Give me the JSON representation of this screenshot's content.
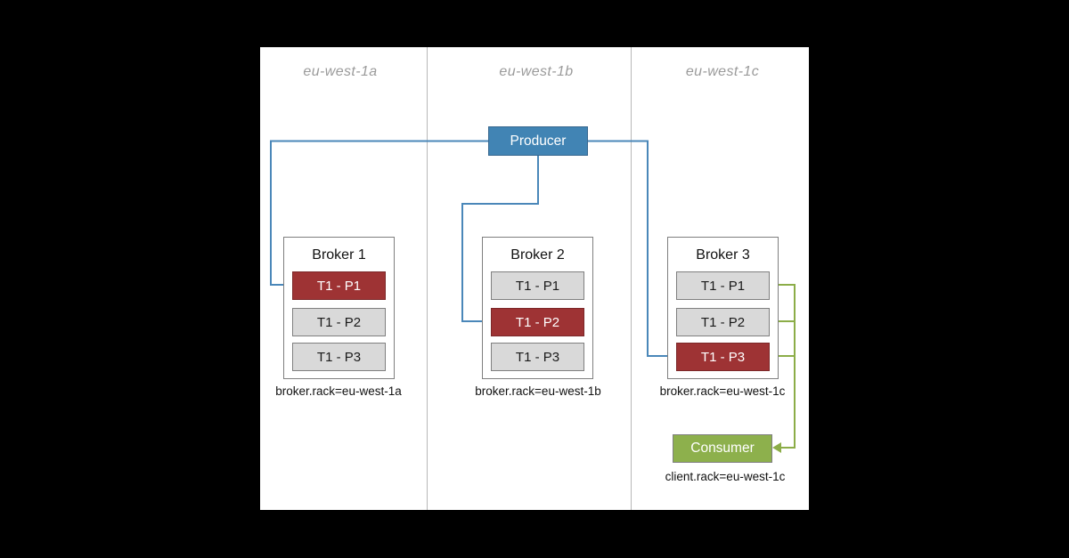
{
  "zones": [
    {
      "label": "eu-west-1a"
    },
    {
      "label": "eu-west-1b"
    },
    {
      "label": "eu-west-1c"
    }
  ],
  "producer": {
    "label": "Producer"
  },
  "consumer": {
    "label": "Consumer",
    "rack_label": "client.rack=eu-west-1c"
  },
  "brokers": [
    {
      "title": "Broker 1",
      "rack_label": "broker.rack=eu-west-1a",
      "partitions": [
        {
          "label": "T1 - P1",
          "highlighted": true
        },
        {
          "label": "T1 - P2",
          "highlighted": false
        },
        {
          "label": "T1 - P3",
          "highlighted": false
        }
      ]
    },
    {
      "title": "Broker 2",
      "rack_label": "broker.rack=eu-west-1b",
      "partitions": [
        {
          "label": "T1 - P1",
          "highlighted": false
        },
        {
          "label": "T1 - P2",
          "highlighted": true
        },
        {
          "label": "T1 - P3",
          "highlighted": false
        }
      ]
    },
    {
      "title": "Broker 3",
      "rack_label": "broker.rack=eu-west-1c",
      "partitions": [
        {
          "label": "T1 - P1",
          "highlighted": false
        },
        {
          "label": "T1 - P2",
          "highlighted": false
        },
        {
          "label": "T1 - P3",
          "highlighted": true
        }
      ]
    }
  ],
  "connections": [
    {
      "from": "producer",
      "to": "broker1-t1-p1",
      "color": "blue"
    },
    {
      "from": "producer",
      "to": "broker2-t1-p2",
      "color": "blue"
    },
    {
      "from": "producer",
      "to": "broker3-t1-p3",
      "color": "blue"
    },
    {
      "from": "broker3-partitions",
      "to": "consumer",
      "color": "green"
    }
  ],
  "colors": {
    "producer_fill": "#4184b4",
    "producer_border": "#38678f",
    "consumer_fill": "#8db04c",
    "consumer_border": "#7f7f7f",
    "partition_fill": "#d9d9d9",
    "partition_border": "#7f7f7f",
    "highlight_fill": "#9e3334",
    "highlight_border": "#7b2829",
    "broker_border": "#7f7f7f",
    "blue_line": "#4a87b9",
    "green_line": "#8cad48",
    "zone_label": "#9b9b9b",
    "divider": "#b8b8b8"
  }
}
